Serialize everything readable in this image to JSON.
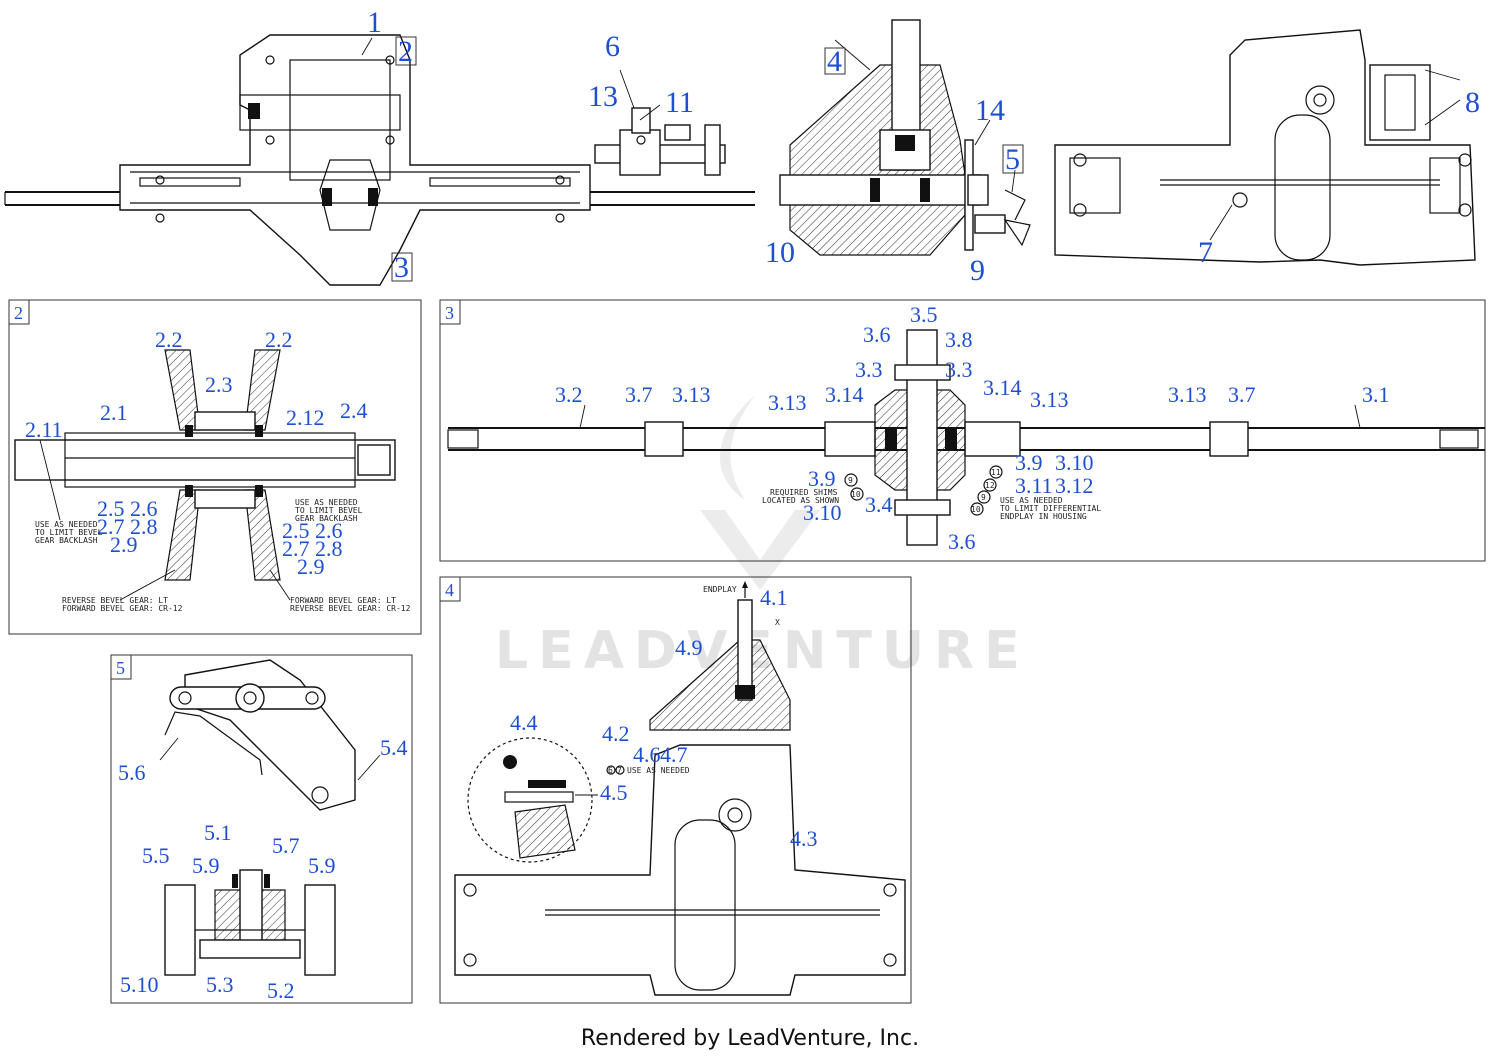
{
  "footer": "Rendered by LeadVenture, Inc.",
  "watermark": "LEADVENTURE",
  "top_callouts": [
    "1",
    "2",
    "3",
    "4",
    "5",
    "6",
    "7",
    "8",
    "9",
    "10",
    "11",
    "13",
    "14"
  ],
  "panel2": {
    "number": "2",
    "callouts": [
      "2.2",
      "2.2",
      "2.3",
      "2.1",
      "2.11",
      "2.12",
      "2.4",
      "2.5 2.6",
      "2.7 2.8",
      "2.9",
      "2.5 2.6",
      "2.7 2.8",
      "2.9"
    ],
    "notes": [
      "USE AS NEEDED",
      "TO LIMIT BEVEL",
      "GEAR BACKLASH",
      "USE AS NEEDED",
      "TO LIMIT BEVEL",
      "GEAR BACKLASH",
      "REVERSE BEVEL GEAR: LT",
      "FORWARD BEVEL GEAR: CR-12",
      "FORWARD BEVEL GEAR: LT",
      "REVERSE BEVEL GEAR: CR-12"
    ]
  },
  "panel3": {
    "number": "3",
    "callouts": [
      "3.5",
      "3.6",
      "3.8",
      "3.3",
      "3.3",
      "3.2",
      "3.7",
      "3.13",
      "3.13",
      "3.14",
      "3.14",
      "3.13",
      "3.13",
      "3.7",
      "3.1",
      "3.9",
      "3.10",
      "3.4",
      "3.6",
      "3.9",
      "3.10",
      "3.11",
      "3.12"
    ],
    "circles": [
      "9",
      "10",
      "11",
      "12",
      "9",
      "10"
    ],
    "notes": [
      "REQUIRED SHIMS",
      "LOCATED AS SHOWN",
      "USE AS NEEDED",
      "TO LIMIT DIFFERENTIAL",
      "ENDPLAY IN HOUSING"
    ]
  },
  "panel4": {
    "number": "4",
    "callouts": [
      "4.1",
      "4.9",
      "4.4",
      "4.2",
      "4.6",
      "4.7",
      "4.5",
      "4.3"
    ],
    "endplay": "ENDPLAY",
    "x_mark": "X",
    "circles": [
      "6",
      "7"
    ],
    "note": "USE AS NEEDED"
  },
  "panel5": {
    "number": "5",
    "callouts": [
      "5.4",
      "5.6",
      "5.1",
      "5.7",
      "5.5",
      "5.9",
      "5.9",
      "5.10",
      "5.3",
      "5.2"
    ]
  },
  "colors": {
    "callout": "#1f4fd1",
    "line": "#111111",
    "watermark": "#e3e3e3"
  }
}
